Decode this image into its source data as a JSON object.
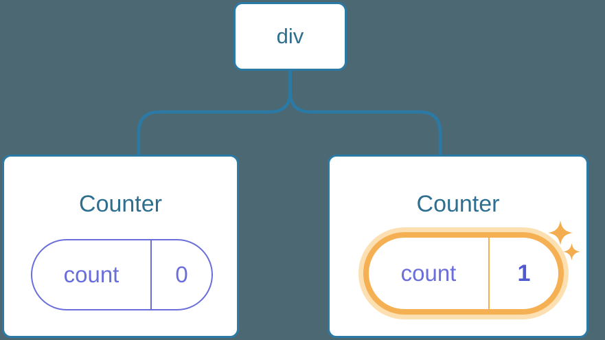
{
  "diagram": {
    "description": "Component tree: a div parent with two Counter children, each holding independent count state",
    "root": {
      "label": "div"
    },
    "children": [
      {
        "title": "Counter",
        "state": {
          "key": "count",
          "value": "0"
        },
        "highlighted": false
      },
      {
        "title": "Counter",
        "state": {
          "key": "count",
          "value": "1"
        },
        "highlighted": true
      }
    ],
    "icons": [
      "sparkles-icon"
    ]
  },
  "colors": {
    "background": "#4c6973",
    "card-white": "#ffffff",
    "line-blue": "#2b7aa6",
    "heading-blue": "#2e6f90",
    "purple": "#6a6edb",
    "purple-bold": "#5059cd",
    "orange": "#f6b054",
    "orange-halo": "#fce0b2",
    "sparkle-orange": "#f3ad4f"
  }
}
